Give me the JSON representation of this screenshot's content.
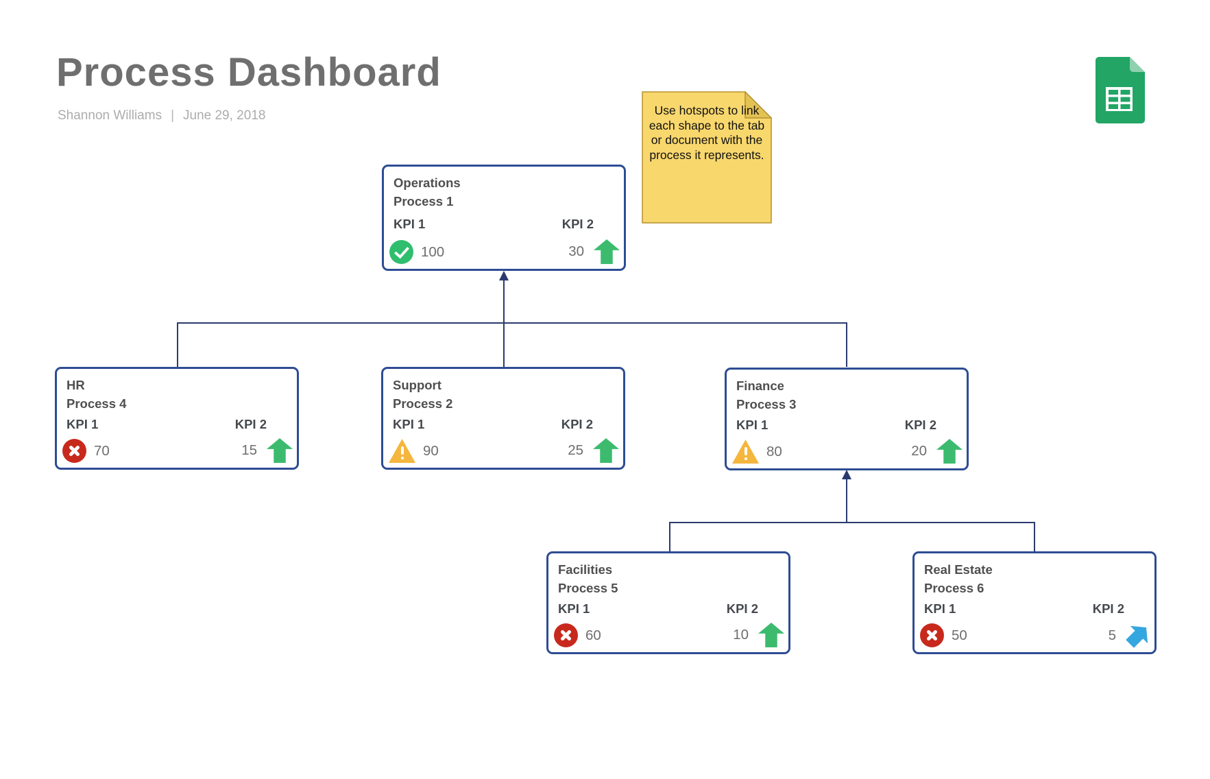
{
  "header": {
    "title": "Process Dashboard",
    "author": "Shannon Williams",
    "separator": "|",
    "date": "June 29, 2018"
  },
  "sticky_note": {
    "text": "Use hotspots to link each shape to the tab or document with the process it represents."
  },
  "icons": {
    "sheets": "google-sheets-icon"
  },
  "colors": {
    "box_border": "#2e4c94",
    "connector": "#2b3a6e",
    "status_ok": "#2fbe6e",
    "status_bad": "#c8291d",
    "status_warn": "#f5b63e",
    "trend_up": "#3cbb6f",
    "trend_ne": "#35a7e0",
    "sticky_fill": "#f8d76d",
    "sticky_fold": "#e3c254",
    "sheets_green": "#22a565"
  },
  "boxes": [
    {
      "dept": "Operations",
      "process": "Process 1",
      "kpi1": {
        "label": "KPI 1",
        "value": "100",
        "icon": "check-circle"
      },
      "kpi2": {
        "label": "KPI 2",
        "value": "30",
        "icon": "up-arrow"
      }
    },
    {
      "dept": "HR",
      "process": "Process 4",
      "kpi1": {
        "label": "KPI 1",
        "value": "70",
        "icon": "x-circle"
      },
      "kpi2": {
        "label": "KPI 2",
        "value": "15",
        "icon": "up-arrow"
      }
    },
    {
      "dept": "Support",
      "process": "Process 2",
      "kpi1": {
        "label": "KPI 1",
        "value": "90",
        "icon": "warning-triangle"
      },
      "kpi2": {
        "label": "KPI 2",
        "value": "25",
        "icon": "up-arrow"
      }
    },
    {
      "dept": "Finance",
      "process": "Process 3",
      "kpi1": {
        "label": "KPI 1",
        "value": "80",
        "icon": "warning-triangle"
      },
      "kpi2": {
        "label": "KPI 2",
        "value": "20",
        "icon": "up-arrow"
      }
    },
    {
      "dept": "Facilities",
      "process": "Process 5",
      "kpi1": {
        "label": "KPI 1",
        "value": "60",
        "icon": "x-circle"
      },
      "kpi2": {
        "label": "KPI 2",
        "value": "10",
        "icon": "up-arrow"
      }
    },
    {
      "dept": "Real Estate",
      "process": "Process 6",
      "kpi1": {
        "label": "KPI 1",
        "value": "50",
        "icon": "x-circle"
      },
      "kpi2": {
        "label": "KPI 2",
        "value": "5",
        "icon": "ne-arrow"
      }
    }
  ]
}
